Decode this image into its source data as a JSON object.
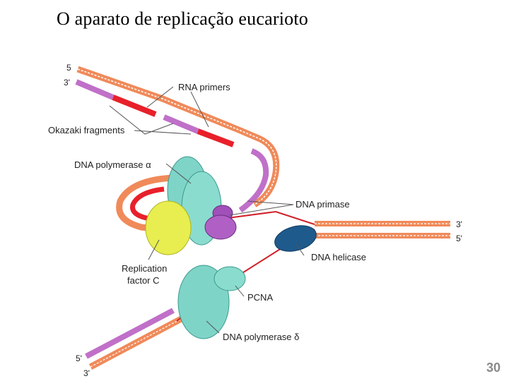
{
  "slide": {
    "title": "O aparato de replicação eucarioto",
    "page_number": "30"
  },
  "labels": {
    "rna_primers": "RNA primers",
    "okazaki_fragments": "Okazaki fragments",
    "dna_polymerase_alpha": "DNA polymerase α",
    "dna_primase": "DNA primase",
    "dna_helicase": "DNA helicase",
    "replication_factor_c_line1": "Replication",
    "replication_factor_c_line2": "factor C",
    "pcna": "PCNA",
    "dna_polymerase_delta": "DNA polymerase δ"
  },
  "strand_ends": {
    "top_5": "5",
    "top_3": "3'",
    "right_3": "3'",
    "right_5": "5'",
    "bottom_5": "5'",
    "bottom_3": "3'"
  },
  "colors": {
    "strand_orange": "#f08a5a",
    "strand_red": "#e8202a",
    "strand_purple": "#c070c8",
    "polymerase_teal": "#7fd4c8",
    "rfc_yellow": "#e8ee50",
    "primase_purple": "#a050b8",
    "helicase_blue": "#1e5a8c"
  }
}
